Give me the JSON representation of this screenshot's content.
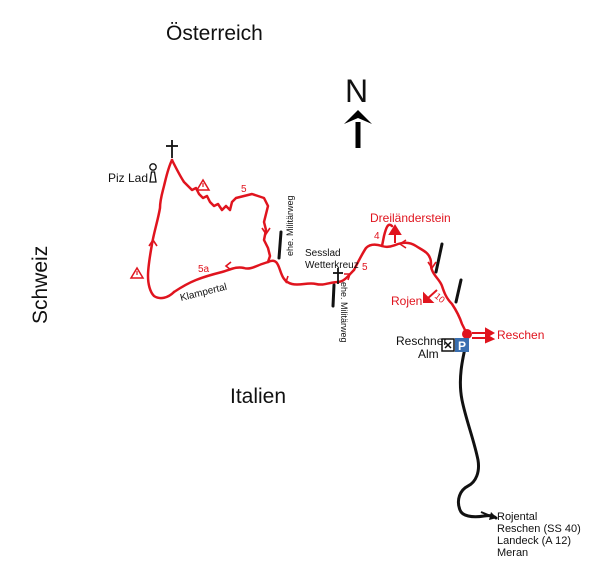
{
  "countries": {
    "austria": "Österreich",
    "switzerland": "Schweiz",
    "italy": "Italien"
  },
  "north": {
    "letter": "N"
  },
  "places": {
    "piz_lad": "Piz Lad",
    "sesslad": "Sesslad",
    "wetterkreuz": "Wetterkreuz",
    "militaerweg_1": "ehe. Militärweg",
    "militaerweg_2": "ehe. Militärweg",
    "klampertal": "Klampertal",
    "dreilaenderstein": "Dreiländerstein",
    "rojen": "Rojen",
    "reschen": "Reschen",
    "reschner": "Reschner",
    "alm": "Alm"
  },
  "trail_numbers": {
    "n5_top": "5",
    "n5a": "5a",
    "n5_mid": "5",
    "n4": "4",
    "n10": "10"
  },
  "symbols": {
    "parking": "P"
  },
  "directions": {
    "line1": "Rojental",
    "line2": "Reschen (SS 40)",
    "line3": "Landeck (A 12)",
    "line4": "Meran"
  },
  "colors": {
    "route": "#e0141e",
    "road": "#111111",
    "parking_bg": "#3a6fb0"
  },
  "icons": [
    "summit-cross-icon",
    "warning-icon",
    "person-icon",
    "restaurant-icon",
    "parking-icon",
    "north-arrow-icon"
  ]
}
